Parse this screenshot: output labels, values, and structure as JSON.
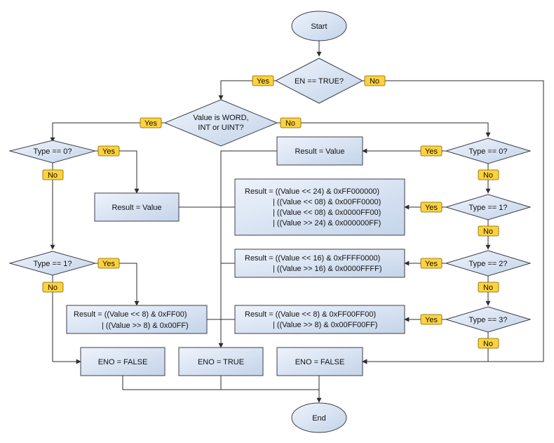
{
  "nodes": {
    "start": "Start",
    "end": "End",
    "en_check": "EN == TRUE?",
    "type_check_1": "Value is WORD,",
    "type_check_2": "INT or UINT?",
    "l_type0": "Type == 0?",
    "l_type1": "Type == 1?",
    "l_result_value": "Result = Value",
    "l_result_swap_1": "Result = ((Value << 8) & 0xFF00)",
    "l_result_swap_2": "| ((Value >> 8) & 0x00FF)",
    "r_result_value": "Result = Value",
    "r_type0": "Type == 0?",
    "r_type1": "Type == 1?",
    "r_type2": "Type == 2?",
    "r_type3": "Type == 3?",
    "r_res1_l1": "Result = ((Value << 24) & 0xFF000000)",
    "r_res1_l2": "| ((Value << 08) & 0x00FF0000)",
    "r_res1_l3": "| ((Value << 08) & 0x0000FF00)",
    "r_res1_l4": "| ((Value >> 24) & 0x000000FF)",
    "r_res2_l1": "Result = ((Value << 16) & 0xFFFF0000)",
    "r_res2_l2": "| ((Value >> 16) & 0x0000FFFF)",
    "r_res3_l1": "Result = ((Value << 8) & 0xFF00FF00)",
    "r_res3_l2": "| ((Value >> 8) & 0x00FF00FF)",
    "eno_false_left": "ENO = FALSE",
    "eno_true": "ENO = TRUE",
    "eno_false_right": "ENO = FALSE"
  },
  "labels": {
    "yes": "Yes",
    "no": "No"
  },
  "colors": {
    "node_fill_top": "#eef3fb",
    "node_fill_bottom": "#c4d4ea",
    "label_fill": "#ffd23c"
  }
}
